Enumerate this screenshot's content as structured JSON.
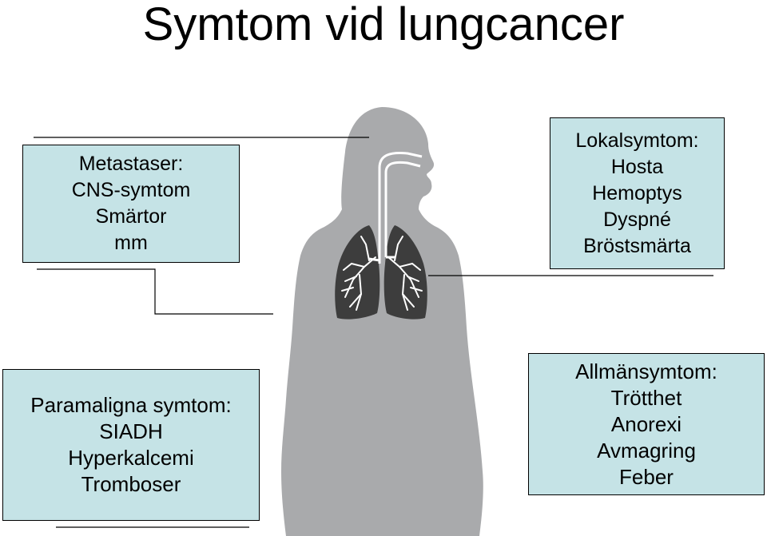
{
  "title": "Symtom vid lungcancer",
  "boxes": {
    "metastaser": {
      "heading": "Metastaser:",
      "items": [
        "CNS-symtom",
        "Smärtor",
        "mm"
      ]
    },
    "lokal": {
      "heading": "Lokalsymtom:",
      "items": [
        "Hosta",
        "Hemoptys",
        "Dyspné",
        "Bröstsmärta"
      ]
    },
    "paramaligna": {
      "heading": "Paramaligna symtom:",
      "items": [
        "SIADH",
        "Hyperkalcemi",
        "Tromboser"
      ]
    },
    "allman": {
      "heading": "Allmänsymtom:",
      "items": [
        "Trötthet",
        "Anorexi",
        "Avmagring",
        "Feber"
      ]
    }
  },
  "colors": {
    "box_fill": "#c5e3e6",
    "silhouette": "#a9aaac",
    "lungs": "#3d3d3d",
    "airway": "#ffffff"
  },
  "icons": {
    "body": "female-silhouette-icon",
    "lungs": "lungs-icon"
  }
}
